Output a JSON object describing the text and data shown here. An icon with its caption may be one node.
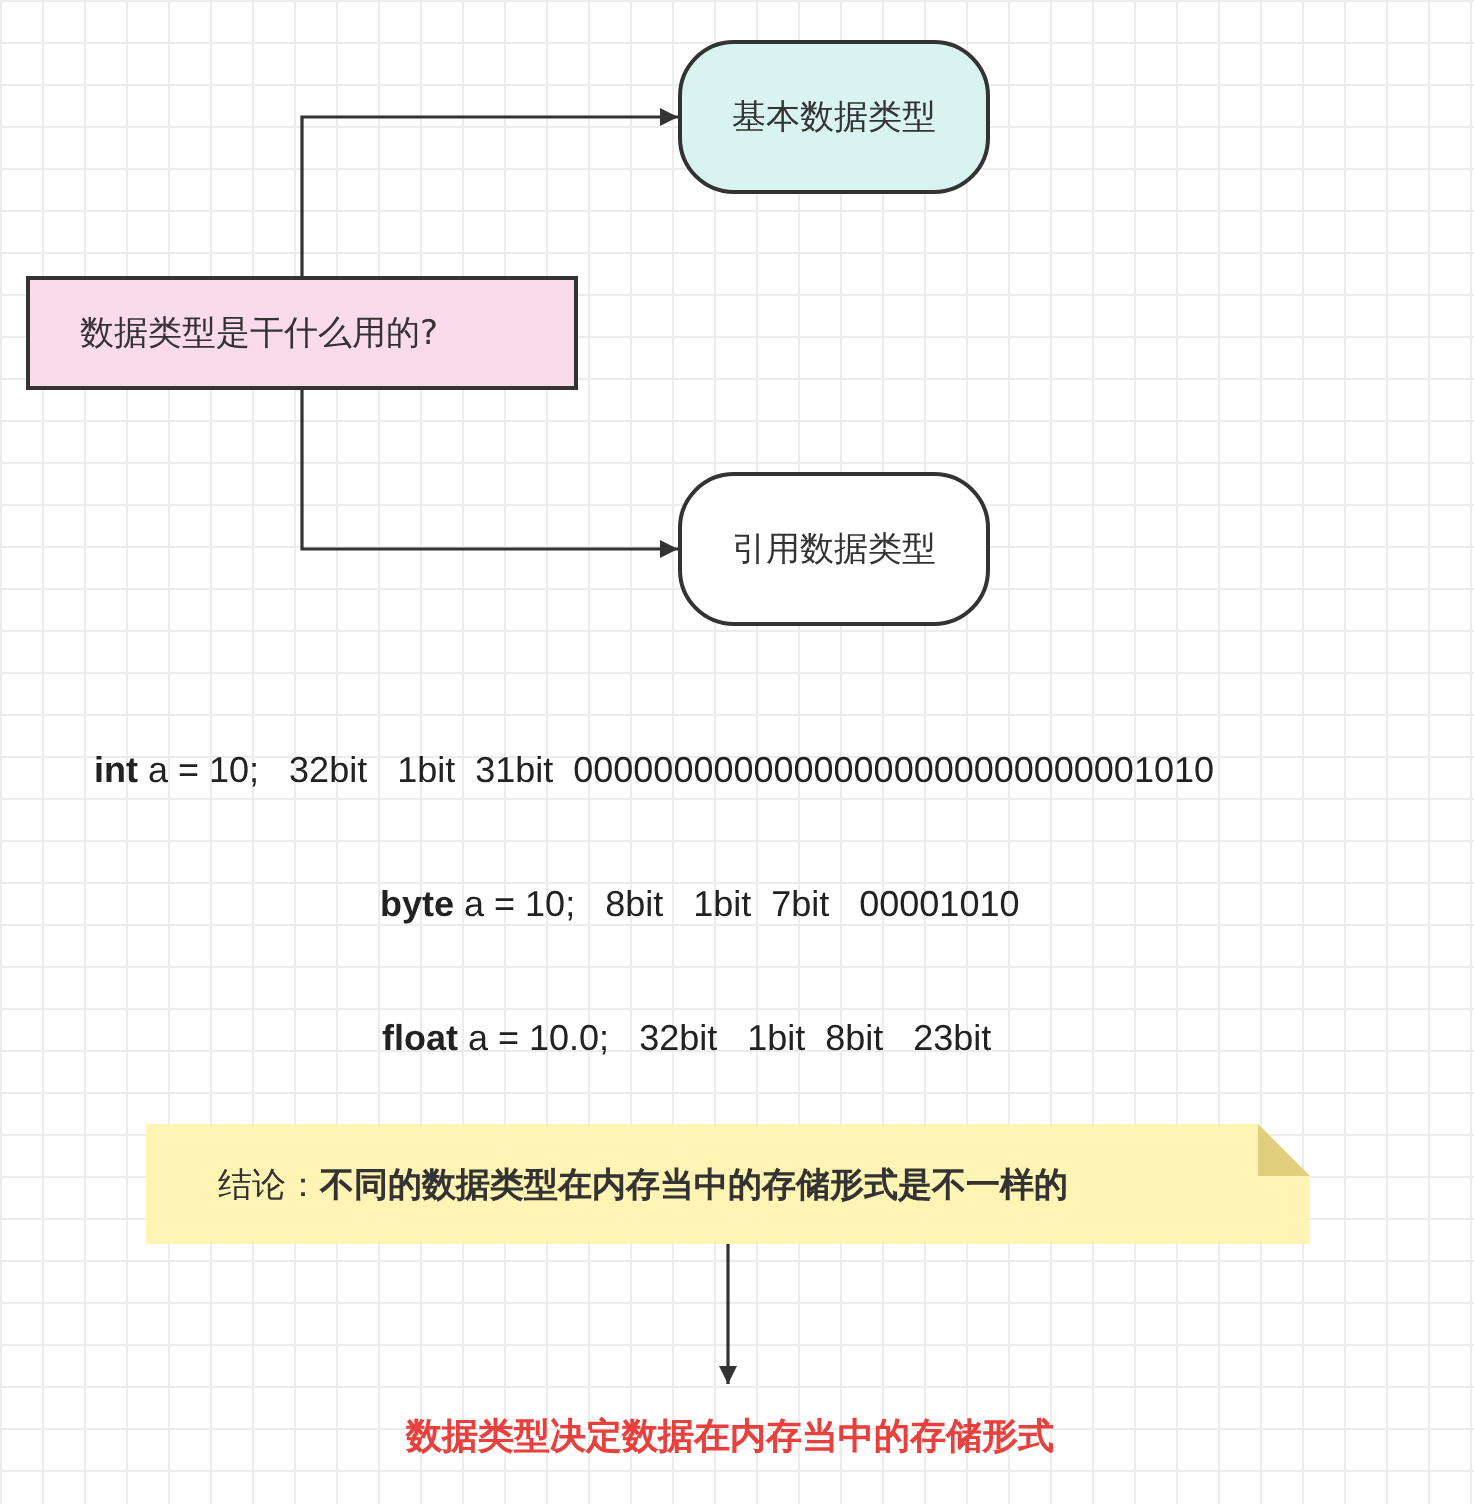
{
  "diagram": {
    "nodes": [
      {
        "text": [
          "数据类型是干什么用的?"
        ]
      },
      {
        "text": [
          "基本数据类型"
        ]
      },
      {
        "text": [
          "引用数据类型"
        ]
      },
      {
        "text": [
          "结论：**不同的数据类型在内存当中的存储形式是不一样的**"
        ]
      },
      {
        "text": [
          "数据类型决定数据在内存当中的存储形式"
        ]
      }
    ],
    "edges": [
      {
        "from": 0,
        "to": 1,
        "arrow": "to"
      },
      {
        "from": 0,
        "to": 2,
        "arrow": "to"
      },
      {
        "from": 3,
        "to": 4,
        "arrow": "to"
      }
    ],
    "labels": [
      "**int** a = 10;   32bit   1bit  31bit  00000000000000000000000000001010",
      "**byte** a = 10;   8bit   1bit  7bit   00001010",
      "**float** a = 10.0;   32bit   1bit  8bit   23bit"
    ]
  }
}
